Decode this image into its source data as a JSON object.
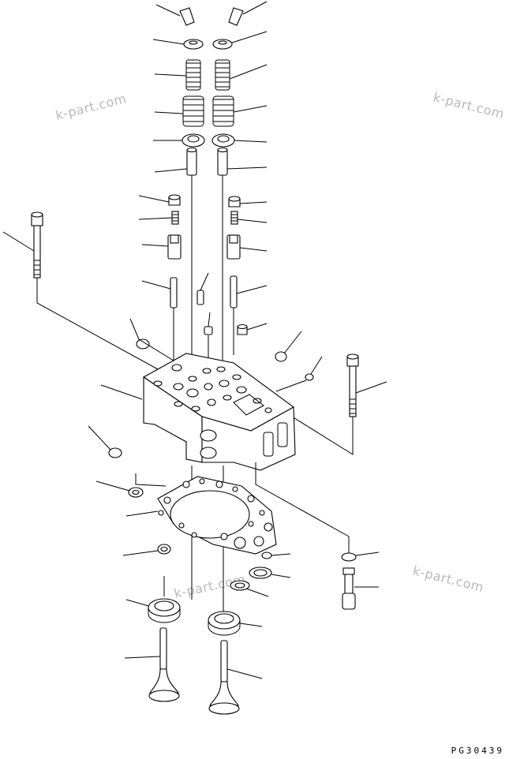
{
  "watermarks": [
    "k-part.com",
    "k-part.com",
    "k-part.com",
    "k-part.com"
  ],
  "figure_code": "PG30439",
  "colors": {
    "line": "#000000",
    "watermark": "#b8b8b8",
    "background": "#ffffff"
  }
}
